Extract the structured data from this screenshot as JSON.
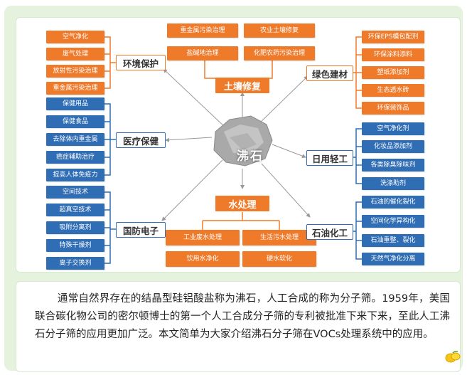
{
  "center": "沸石",
  "categories": {
    "huanjing": {
      "label": "环境保护",
      "items": [
        "空气净化",
        "废气处理",
        "放射性污染治理",
        "重金属污染治理"
      ]
    },
    "turang": {
      "label": "土壤修复",
      "items": [
        "重金属污染治理",
        "农业土壤修复",
        "盐碱地治理",
        "化肥农药污染治理"
      ]
    },
    "lvse": {
      "label": "绿色建材",
      "items": [
        "环保EPS模包配剂",
        "环保涂料添料",
        "塑纸添加剂",
        "生态透水砖",
        "环保装饰品"
      ]
    },
    "yiliao": {
      "label": "医疗保健",
      "items": [
        "保健用品",
        "保健食品",
        "去除体内重金属",
        "癌症辅助治疗",
        "提高人体免疫力"
      ]
    },
    "riyong": {
      "label": "日用轻工",
      "items": [
        "空气净化剂",
        "化妆品添加剂",
        "各类除臭除味剂",
        "洗涤助剂"
      ]
    },
    "guofang": {
      "label": "国防电子",
      "items": [
        "空间技术",
        "超真空技术",
        "吸附分离剂",
        "特殊干燥剂",
        "离子交换剂"
      ]
    },
    "shichuli": {
      "label": "水处理",
      "items": [
        "工业废水处理",
        "生活污水处理",
        "饮用水净化",
        "硬水软化"
      ]
    },
    "shiyou": {
      "label": "石油化工",
      "items": [
        "石油的催化裂化",
        "空间化学异构化",
        "石油重整、裂化",
        "天然气净化分离"
      ]
    }
  },
  "paragraph": "通常自然界存在的结晶型硅铝酸盐称为沸石，人工合成的称为分子筛。1959年，美国联合碳化物公司的密尔顿博士的第一个人工合成分子筛的专利被批准下来下来，至此人工沸石分子筛的应用更加广泛。本文简单为大家介绍沸石分子筛在VOCs处理系统中的应用。",
  "colors": {
    "orange": "#ef7a2a",
    "blue": "#2f6db4",
    "frame": "#e4f2de",
    "line": "#999999"
  },
  "icons": {
    "stone": "zeolite-stone-image",
    "lemon": "lemon-icon"
  }
}
